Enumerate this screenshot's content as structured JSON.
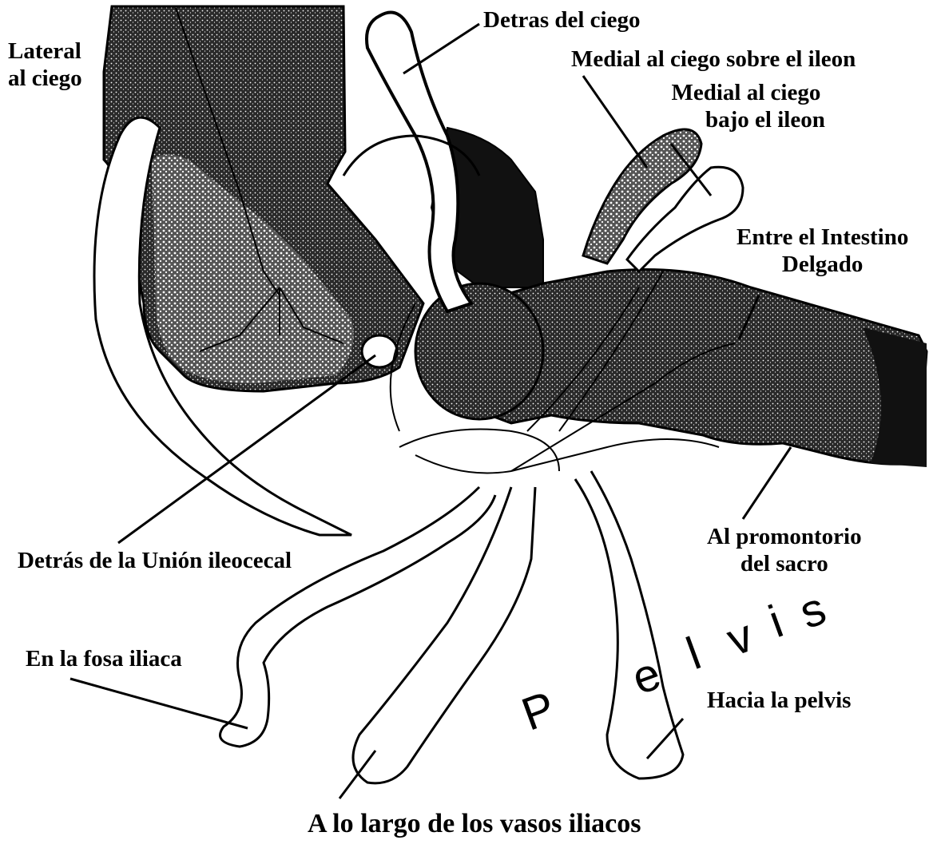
{
  "labels": {
    "lateral_ciego": [
      "Lateral",
      "al ciego"
    ],
    "detras_ciego": "Detras del ciego",
    "medial_sobre": "Medial al ciego sobre el ileon",
    "medial_bajo": [
      "Medial al ciego",
      "bajo el ileon"
    ],
    "entre_intestino": [
      "Entre el Intestino",
      "Delgado"
    ],
    "detras_union": "Detrás de la Unión ileocecal",
    "promontorio": [
      "Al promontorio",
      "del sacro"
    ],
    "fosa_iliaca": "En la fosa iliaca",
    "hacia_pelvis": "Hacia la pelvis",
    "vasos_iliacos": "A lo largo de los vasos iliacos"
  },
  "pelvis_word": [
    "P",
    "e",
    "l",
    "v",
    "i",
    "s"
  ],
  "colors": {
    "ink": "#000000",
    "shade": "#1a1a1a",
    "paper": "#ffffff"
  }
}
